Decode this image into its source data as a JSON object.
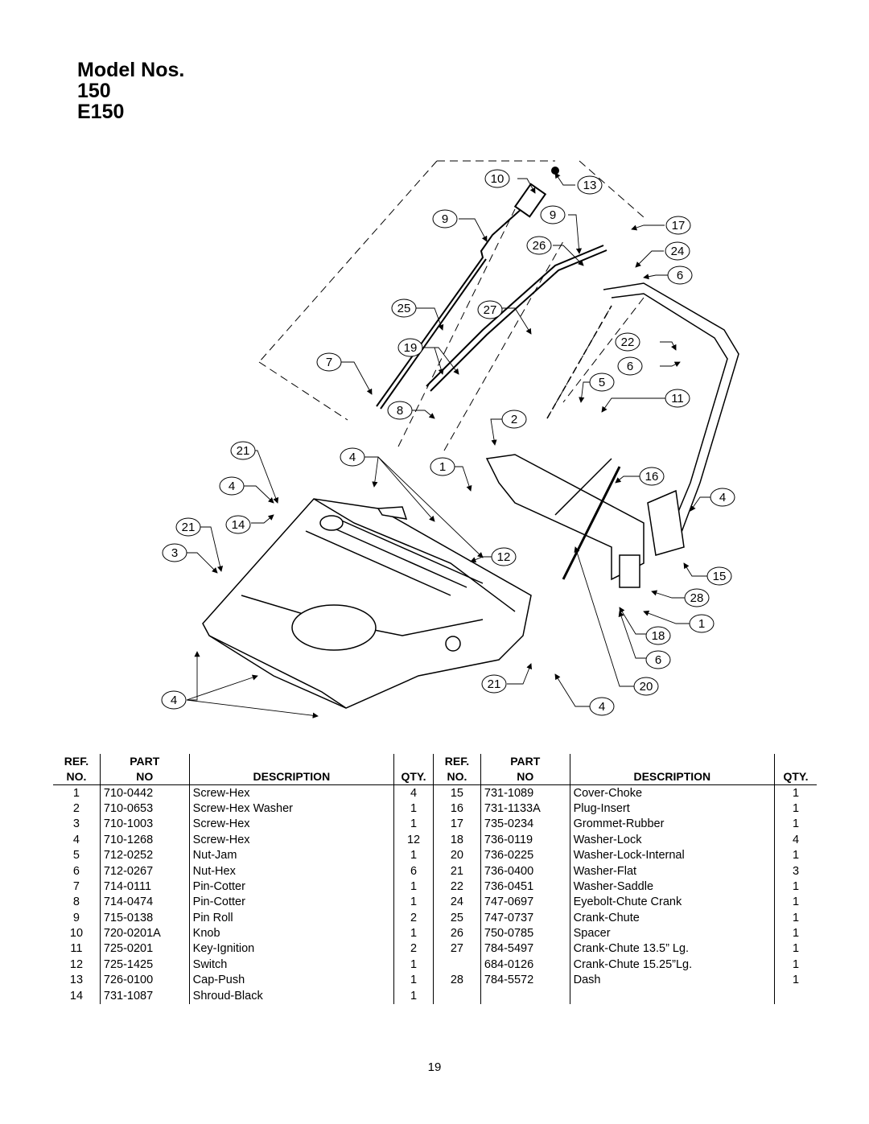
{
  "header": {
    "title_line1": "Model Nos.",
    "title_line2": "150",
    "title_line3": "E150"
  },
  "diagram": {
    "callouts": [
      "10",
      "13",
      "9",
      "9",
      "17",
      "26",
      "24",
      "6",
      "25",
      "27",
      "22",
      "19",
      "6",
      "7",
      "5",
      "11",
      "8",
      "2",
      "21",
      "4",
      "1",
      "16",
      "4",
      "4",
      "21",
      "14",
      "12",
      "3",
      "15",
      "28",
      "1",
      "18",
      "6",
      "4",
      "21",
      "20",
      "4"
    ]
  },
  "table": {
    "headers": {
      "ref_top": "REF.",
      "ref_bottom": "NO.",
      "part_top": "PART",
      "part_bottom": "NO",
      "description": "DESCRIPTION",
      "qty": "QTY."
    },
    "rows": [
      {
        "l_ref": "1",
        "l_part": "710-0442",
        "l_desc": "Screw-Hex",
        "l_qty": "4",
        "r_ref": "15",
        "r_part": "731-1089",
        "r_desc": "Cover-Choke",
        "r_qty": "1"
      },
      {
        "l_ref": "2",
        "l_part": "710-0653",
        "l_desc": "Screw-Hex Washer",
        "l_qty": "1",
        "r_ref": "16",
        "r_part": "731-1133A",
        "r_desc": "Plug-Insert",
        "r_qty": "1"
      },
      {
        "l_ref": "3",
        "l_part": "710-1003",
        "l_desc": "Screw-Hex",
        "l_qty": "1",
        "r_ref": "17",
        "r_part": "735-0234",
        "r_desc": "Grommet-Rubber",
        "r_qty": "1"
      },
      {
        "l_ref": "4",
        "l_part": "710-1268",
        "l_desc": "Screw-Hex",
        "l_qty": "12",
        "r_ref": "18",
        "r_part": "736-0119",
        "r_desc": "Washer-Lock",
        "r_qty": "4"
      },
      {
        "l_ref": "5",
        "l_part": "712-0252",
        "l_desc": "Nut-Jam",
        "l_qty": "1",
        "r_ref": "20",
        "r_part": "736-0225",
        "r_desc": "Washer-Lock-Internal",
        "r_qty": "1"
      },
      {
        "l_ref": "6",
        "l_part": "712-0267",
        "l_desc": "Nut-Hex",
        "l_qty": "6",
        "r_ref": "21",
        "r_part": "736-0400",
        "r_desc": "Washer-Flat",
        "r_qty": "3"
      },
      {
        "l_ref": "7",
        "l_part": "714-0111",
        "l_desc": "Pin-Cotter",
        "l_qty": "1",
        "r_ref": "22",
        "r_part": "736-0451",
        "r_desc": "Washer-Saddle",
        "r_qty": "1"
      },
      {
        "l_ref": "8",
        "l_part": "714-0474",
        "l_desc": "Pin-Cotter",
        "l_qty": "1",
        "r_ref": "24",
        "r_part": "747-0697",
        "r_desc": "Eyebolt-Chute Crank",
        "r_qty": "1"
      },
      {
        "l_ref": "9",
        "l_part": "715-0138",
        "l_desc": "Pin Roll",
        "l_qty": "2",
        "r_ref": "25",
        "r_part": "747-0737",
        "r_desc": "Crank-Chute",
        "r_qty": "1"
      },
      {
        "l_ref": "10",
        "l_part": "720-0201A",
        "l_desc": "Knob",
        "l_qty": "1",
        "r_ref": "26",
        "r_part": "750-0785",
        "r_desc": "Spacer",
        "r_qty": "1"
      },
      {
        "l_ref": "11",
        "l_part": "725-0201",
        "l_desc": "Key-Ignition",
        "l_qty": "2",
        "r_ref": "27",
        "r_part": "784-5497",
        "r_desc": "Crank-Chute 13.5” Lg.",
        "r_qty": "1"
      },
      {
        "l_ref": "12",
        "l_part": "725-1425",
        "l_desc": "Switch",
        "l_qty": "1",
        "r_ref": "",
        "r_part": "684-0126",
        "r_desc": "Crank-Chute 15.25”Lg.",
        "r_qty": "1"
      },
      {
        "l_ref": "13",
        "l_part": "726-0100",
        "l_desc": "Cap-Push",
        "l_qty": "1",
        "r_ref": "28",
        "r_part": "784-5572",
        "r_desc": "Dash",
        "r_qty": "1"
      },
      {
        "l_ref": "14",
        "l_part": "731-1087",
        "l_desc": "Shroud-Black",
        "l_qty": "1",
        "r_ref": "",
        "r_part": "",
        "r_desc": "",
        "r_qty": ""
      }
    ]
  },
  "footer": {
    "page_number": "19"
  }
}
